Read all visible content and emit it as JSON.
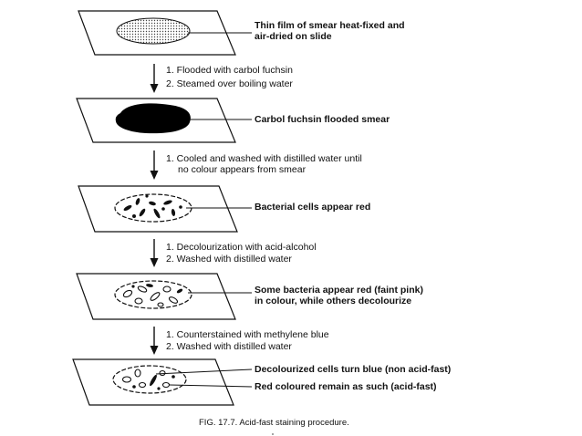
{
  "figure": {
    "caption": "FIG. 17.7. Acid-fast staining procedure.",
    "stages": [
      {
        "labels": [
          "Thin film of smear heat-fixed and",
          "air-dried on slide"
        ]
      },
      {
        "labels": [
          "Carbol fuchsin flooded smear"
        ]
      },
      {
        "labels": [
          "Bacterial cells appear red"
        ]
      },
      {
        "labels": [
          "Some bacteria appear red (faint pink)",
          "in colour, while others decolourize"
        ]
      },
      {
        "labels": [
          "Decolourized cells turn blue (non acid-fast)",
          "Red coloured remain as such (acid-fast)"
        ]
      }
    ],
    "steps": [
      [
        "1. Flooded with carbol fuchsin",
        "2. Steamed over boiling water"
      ],
      [
        "1. Cooled and washed with distilled water until",
        "no colour appears from smear"
      ],
      [
        "1. Decolourization with acid-alcohol",
        "2. Washed with distilled water"
      ],
      [
        "1. Counterstained with methylene blue",
        "2. Washed with distilled water"
      ]
    ]
  }
}
